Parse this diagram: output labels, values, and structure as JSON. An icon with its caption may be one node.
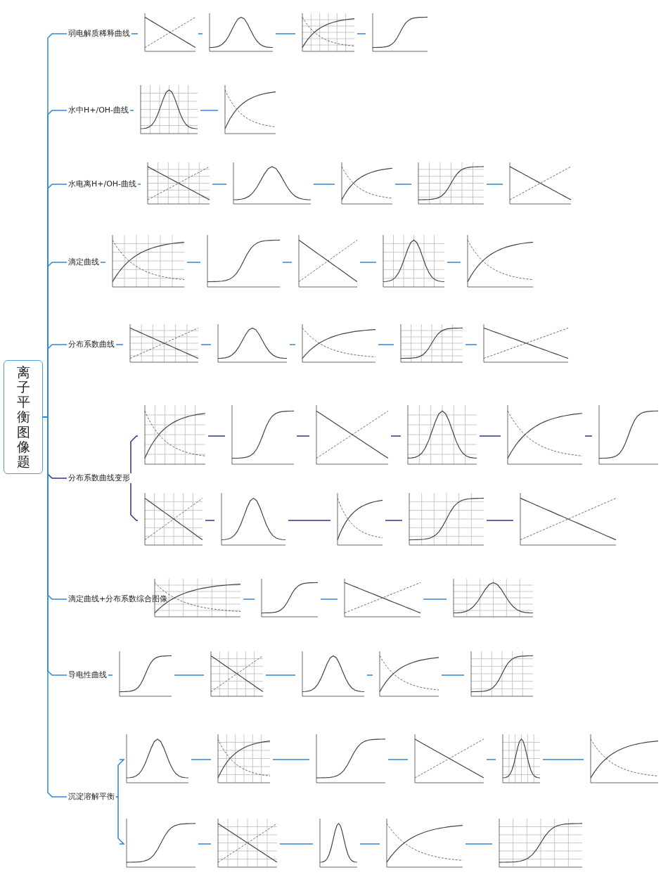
{
  "diagram": {
    "nodes": [
      {
        "text": [
          "离子平衡图像题"
        ]
      },
      {
        "text": [
          "弱电解质稀释曲线"
        ]
      },
      {
        "text": [],
        "shape": "picture"
      },
      {
        "text": [],
        "shape": "picture"
      },
      {
        "text": [],
        "shape": "picture"
      },
      {
        "text": [],
        "shape": "picture"
      },
      {
        "text": [
          "水中H+/OH-曲线"
        ]
      },
      {
        "text": [],
        "shape": "picture"
      },
      {
        "text": [],
        "shape": "picture"
      },
      {
        "text": [
          "水电离H+/OH-曲线"
        ]
      },
      {
        "text": [],
        "shape": "picture"
      },
      {
        "text": [],
        "shape": "picture"
      },
      {
        "text": [],
        "shape": "picture"
      },
      {
        "text": [],
        "shape": "picture"
      },
      {
        "text": [],
        "shape": "picture"
      },
      {
        "text": [
          "滴定曲线"
        ]
      },
      {
        "text": [],
        "shape": "picture"
      },
      {
        "text": [],
        "shape": "picture"
      },
      {
        "text": [],
        "shape": "picture"
      },
      {
        "text": [],
        "shape": "picture"
      },
      {
        "text": [],
        "shape": "picture"
      },
      {
        "text": [
          "分布系数曲线"
        ]
      },
      {
        "text": [],
        "shape": "picture"
      },
      {
        "text": [],
        "shape": "picture"
      },
      {
        "text": [],
        "shape": "picture"
      },
      {
        "text": [],
        "shape": "picture"
      },
      {
        "text": [],
        "shape": "picture"
      },
      {
        "text": [
          "分布系数曲线变形"
        ]
      },
      {
        "text": [],
        "shape": "picture"
      },
      {
        "text": [],
        "shape": "picture"
      },
      {
        "text": [],
        "shape": "picture"
      },
      {
        "text": [],
        "shape": "picture"
      },
      {
        "text": [],
        "shape": "picture"
      },
      {
        "text": [],
        "shape": "picture"
      },
      {
        "text": [],
        "shape": "picture"
      },
      {
        "text": [],
        "shape": "picture"
      },
      {
        "text": [],
        "shape": "picture"
      },
      {
        "text": [],
        "shape": "picture"
      },
      {
        "text": [],
        "shape": "picture"
      },
      {
        "text": [
          "滴定曲线+分布系数综合图像"
        ]
      },
      {
        "text": [],
        "shape": "picture"
      },
      {
        "text": [],
        "shape": "picture"
      },
      {
        "text": [],
        "shape": "picture"
      },
      {
        "text": [],
        "shape": "picture"
      },
      {
        "text": [
          "导电性曲线"
        ]
      },
      {
        "text": [],
        "shape": "picture"
      },
      {
        "text": [],
        "shape": "picture"
      },
      {
        "text": [],
        "shape": "picture"
      },
      {
        "text": [],
        "shape": "picture"
      },
      {
        "text": [],
        "shape": "picture"
      },
      {
        "text": [
          "沉淀溶解平衡"
        ]
      },
      {
        "text": [],
        "shape": "picture"
      },
      {
        "text": [],
        "shape": "picture"
      },
      {
        "text": [],
        "shape": "picture"
      },
      {
        "text": [],
        "shape": "picture"
      },
      {
        "text": [],
        "shape": "picture"
      },
      {
        "text": [],
        "shape": "picture"
      },
      {
        "text": [],
        "shape": "picture"
      },
      {
        "text": [],
        "shape": "picture"
      },
      {
        "text": [],
        "shape": "picture"
      },
      {
        "text": [],
        "shape": "picture"
      },
      {
        "text": [],
        "shape": "picture"
      }
    ],
    "edges": [
      {
        "from": 0,
        "to": 1,
        "arrow": "none"
      },
      {
        "from": 0,
        "to": 6,
        "arrow": "none"
      },
      {
        "from": 0,
        "to": 9,
        "arrow": "none"
      },
      {
        "from": 0,
        "to": 15,
        "arrow": "none"
      },
      {
        "from": 0,
        "to": 21,
        "arrow": "none"
      },
      {
        "from": 0,
        "to": 27,
        "arrow": "none",
        "color": "#283593"
      },
      {
        "from": 0,
        "to": 39,
        "arrow": "none"
      },
      {
        "from": 0,
        "to": 44,
        "arrow": "none"
      },
      {
        "from": 0,
        "to": 50,
        "arrow": "none"
      },
      {
        "from": 1,
        "to": 2,
        "arrow": "none"
      },
      {
        "from": 2,
        "to": 3,
        "arrow": "none"
      },
      {
        "from": 3,
        "to": 4,
        "arrow": "none"
      },
      {
        "from": 4,
        "to": 5,
        "arrow": "none"
      },
      {
        "from": 6,
        "to": 7,
        "arrow": "none"
      },
      {
        "from": 7,
        "to": 8,
        "arrow": "none"
      },
      {
        "from": 9,
        "to": 10,
        "arrow": "none"
      },
      {
        "from": 10,
        "to": 11,
        "arrow": "none"
      },
      {
        "from": 11,
        "to": 12,
        "arrow": "none"
      },
      {
        "from": 12,
        "to": 13,
        "arrow": "none"
      },
      {
        "from": 13,
        "to": 14,
        "arrow": "none"
      },
      {
        "from": 15,
        "to": 16,
        "arrow": "none"
      },
      {
        "from": 16,
        "to": 17,
        "arrow": "none"
      },
      {
        "from": 17,
        "to": 18,
        "arrow": "none"
      },
      {
        "from": 18,
        "to": 19,
        "arrow": "none"
      },
      {
        "from": 19,
        "to": 20,
        "arrow": "none"
      },
      {
        "from": 21,
        "to": 22,
        "arrow": "none"
      },
      {
        "from": 22,
        "to": 23,
        "arrow": "none"
      },
      {
        "from": 23,
        "to": 24,
        "arrow": "none"
      },
      {
        "from": 24,
        "to": 25,
        "arrow": "none"
      },
      {
        "from": 25,
        "to": 26,
        "arrow": "none"
      },
      {
        "from": 27,
        "to": 28,
        "arrow": "none",
        "color": "#283593"
      },
      {
        "from": 28,
        "to": 29,
        "arrow": "none",
        "color": "#283593"
      },
      {
        "from": 29,
        "to": 30,
        "arrow": "none",
        "color": "#283593"
      },
      {
        "from": 30,
        "to": 31,
        "arrow": "none",
        "color": "#283593"
      },
      {
        "from": 31,
        "to": 32,
        "arrow": "none",
        "color": "#283593"
      },
      {
        "from": 32,
        "to": 33,
        "arrow": "none",
        "color": "#283593"
      },
      {
        "from": 27,
        "to": 34,
        "arrow": "none",
        "color": "#283593"
      },
      {
        "from": 34,
        "to": 35,
        "arrow": "none",
        "color": "#283593"
      },
      {
        "from": 35,
        "to": 36,
        "arrow": "none",
        "color": "#283593"
      },
      {
        "from": 36,
        "to": 37,
        "arrow": "none",
        "color": "#283593"
      },
      {
        "from": 37,
        "to": 38,
        "arrow": "none",
        "color": "#283593"
      },
      {
        "from": 39,
        "to": 40,
        "arrow": "none"
      },
      {
        "from": 40,
        "to": 41,
        "arrow": "none"
      },
      {
        "from": 41,
        "to": 42,
        "arrow": "none"
      },
      {
        "from": 42,
        "to": 43,
        "arrow": "none"
      },
      {
        "from": 44,
        "to": 45,
        "arrow": "none"
      },
      {
        "from": 45,
        "to": 46,
        "arrow": "none"
      },
      {
        "from": 46,
        "to": 47,
        "arrow": "none"
      },
      {
        "from": 47,
        "to": 48,
        "arrow": "none"
      },
      {
        "from": 48,
        "to": 49,
        "arrow": "none"
      },
      {
        "from": 50,
        "to": 51,
        "arrow": "none"
      },
      {
        "from": 51,
        "to": 52,
        "arrow": "none"
      },
      {
        "from": 52,
        "to": 53,
        "arrow": "none"
      },
      {
        "from": 53,
        "to": 54,
        "arrow": "none"
      },
      {
        "from": 54,
        "to": 55,
        "arrow": "none"
      },
      {
        "from": 55,
        "to": 56,
        "arrow": "none"
      },
      {
        "from": 50,
        "to": 57,
        "arrow": "none"
      },
      {
        "from": 57,
        "to": 58,
        "arrow": "none"
      },
      {
        "from": 58,
        "to": 59,
        "arrow": "none"
      },
      {
        "from": 59,
        "to": 60,
        "arrow": "none"
      },
      {
        "from": 60,
        "to": 61,
        "arrow": "none"
      }
    ]
  }
}
